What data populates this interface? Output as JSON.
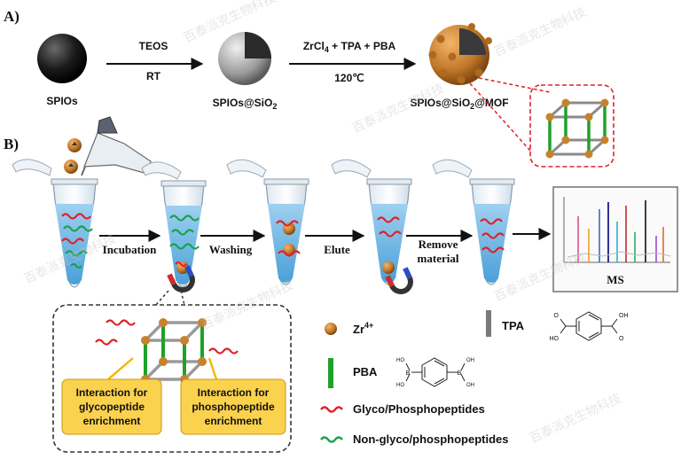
{
  "panel_a": {
    "label": "A)",
    "step1_top": "TEOS",
    "step1_bottom": "RT",
    "step2_top": "ZrCl",
    "step2_top_sub": "4",
    "step2_top_rest": " + TPA + PBA",
    "step2_bottom": "120℃",
    "node1": "SPIOs",
    "node2": "SPIOs@SiO",
    "node2_sub": "2",
    "node3": "SPIOs@SiO",
    "node3_sub": "2",
    "node3_rest": "@MOF"
  },
  "panel_b": {
    "label": "B)",
    "steps": [
      "Incubation",
      "Washing",
      "Elute",
      "Remove",
      "material"
    ],
    "ms_label": "MS"
  },
  "inset": {
    "glyco_line1": "Interaction for",
    "glyco_line2": "glycopeptide",
    "glyco_line3": "enrichment",
    "phospho_line1": "Interaction for",
    "phospho_line2": "phosphopeptide",
    "phospho_line3": "enrichment"
  },
  "legend": {
    "zr": "Zr",
    "zr_sup": "4+",
    "tpa": "TPA",
    "pba": "PBA",
    "glyco": "Glyco/Phosphopeptides",
    "nonglyco": "Non-glyco/phosphopeptides"
  },
  "chem": {
    "ho": "HO",
    "oh": "OH",
    "o": "O",
    "b": "B"
  },
  "watermark": "百泰派克生物科技",
  "colors": {
    "zr": "#c8822d",
    "pba": "#1fa12a",
    "tpa": "#8a8a8a",
    "glyco": "#e0202a",
    "nonglyco": "#16a34a",
    "liquid": "#7fc0e8",
    "callout_fill": "#fbd24e",
    "dashed_red": "#e0202a"
  }
}
